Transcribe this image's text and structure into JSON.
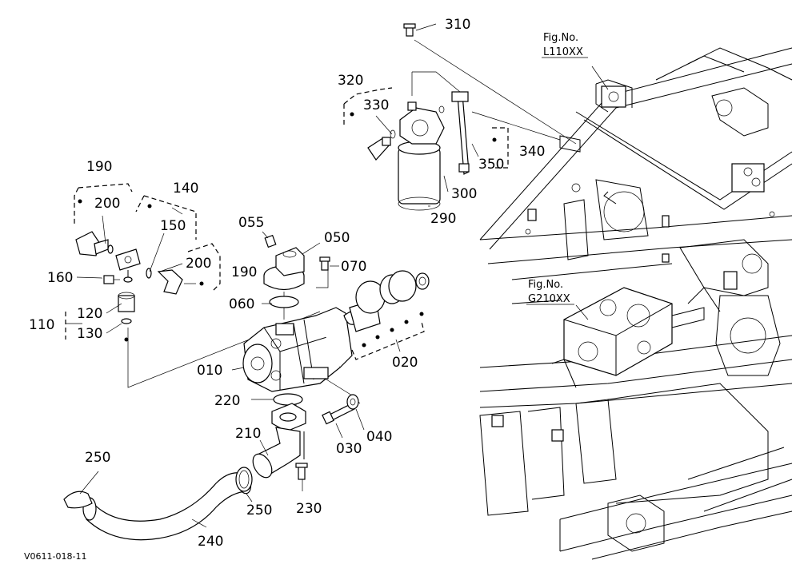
{
  "callouts": {
    "c010": "010",
    "c020": "020",
    "c030": "030",
    "c040": "040",
    "c050": "050",
    "c055": "055",
    "c060": "060",
    "c070": "070",
    "c110": "110",
    "c120": "120",
    "c130": "130",
    "c140": "140",
    "c150": "150",
    "c160": "160",
    "c190a": "190",
    "c190b": "190",
    "c200a": "200",
    "c200b": "200",
    "c210": "210",
    "c220": "220",
    "c230": "230",
    "c240": "240",
    "c250a": "250",
    "c250b": "250",
    "c290": "290",
    "c300": "300",
    "c310": "310",
    "c320": "320",
    "c330": "330",
    "c340": "340",
    "c350": "350"
  },
  "figure_refs": {
    "l110_prefix": "Fig.No.",
    "l110_code": "L110XX",
    "g210_prefix": "Fig.No.",
    "g210_code": "G210XX"
  },
  "drawing_code": "V0611-018-11"
}
